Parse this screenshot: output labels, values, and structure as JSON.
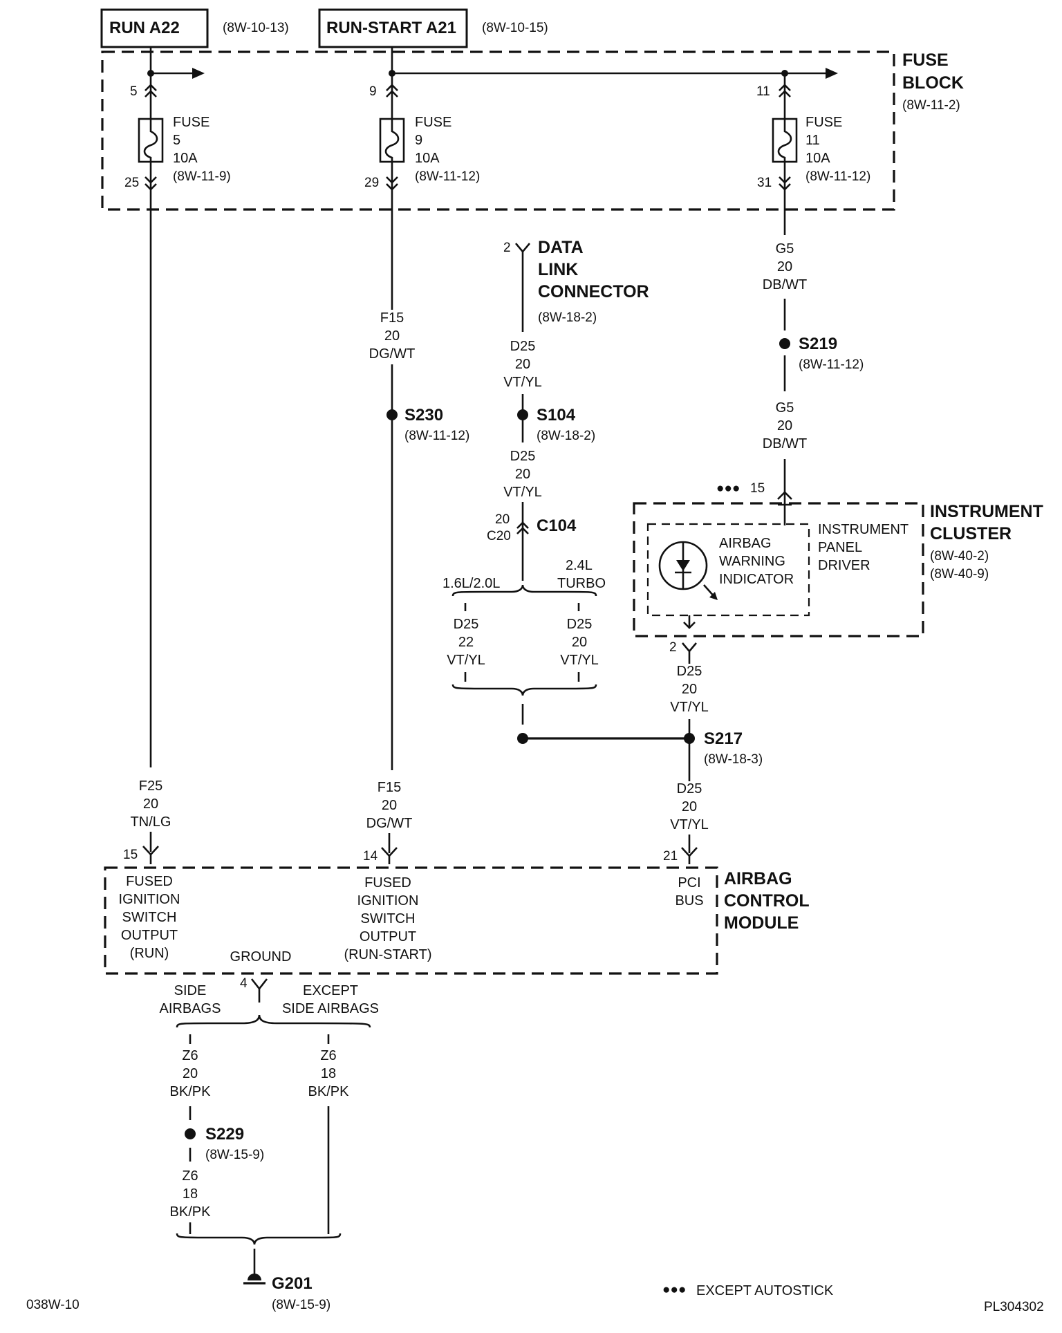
{
  "feeds": {
    "run": {
      "label": "RUN A22",
      "ref": "(8W-10-13)"
    },
    "run_start": {
      "label": "RUN-START A21",
      "ref": "(8W-10-15)"
    }
  },
  "fuse_block": {
    "title1": "FUSE",
    "title2": "BLOCK",
    "ref": "(8W-11-2)"
  },
  "fuses": [
    {
      "in_pin": "5",
      "out_pin": "25",
      "l1": "FUSE",
      "l2": "5",
      "l3": "10A",
      "ref": "(8W-11-9)"
    },
    {
      "in_pin": "9",
      "out_pin": "29",
      "l1": "FUSE",
      "l2": "9",
      "l3": "10A",
      "ref": "(8W-11-12)"
    },
    {
      "in_pin": "11",
      "out_pin": "31",
      "l1": "FUSE",
      "l2": "11",
      "l3": "10A",
      "ref": "(8W-11-12)"
    }
  ],
  "dlc": {
    "pin": "2",
    "t1": "DATA",
    "t2": "LINK",
    "t3": "CONNECTOR",
    "ref": "(8W-18-2)"
  },
  "wires": {
    "g5_upper": [
      "G5",
      "20",
      "DB/WT"
    ],
    "g5_lower": [
      "G5",
      "20",
      "DB/WT"
    ],
    "f15_upper": [
      "F15",
      "20",
      "DG/WT"
    ],
    "d25_dlc": [
      "D25",
      "20",
      "VT/YL"
    ],
    "d25_s104": [
      "D25",
      "20",
      "VT/YL"
    ],
    "d25_left": [
      "D25",
      "22",
      "VT/YL"
    ],
    "d25_right": [
      "D25",
      "20",
      "VT/YL"
    ],
    "d25_cluster": [
      "D25",
      "20",
      "VT/YL"
    ],
    "f25": [
      "F25",
      "20",
      "TN/LG"
    ],
    "f15_lower": [
      "F15",
      "20",
      "DG/WT"
    ],
    "d25_acm": [
      "D25",
      "20",
      "VT/YL"
    ],
    "z6_left": [
      "Z6",
      "20",
      "BK/PK"
    ],
    "z6_right": [
      "Z6",
      "18",
      "BK/PK"
    ],
    "z6_lower": [
      "Z6",
      "18",
      "BK/PK"
    ]
  },
  "splices": {
    "s219": {
      "name": "S219",
      "ref": "(8W-11-12)"
    },
    "s230": {
      "name": "S230",
      "ref": "(8W-11-12)"
    },
    "s104": {
      "name": "S104",
      "ref": "(8W-18-2)"
    },
    "s217": {
      "name": "S217",
      "ref": "(8W-18-3)"
    },
    "s229": {
      "name": "S229",
      "ref": "(8W-15-9)"
    }
  },
  "c104": {
    "name": "C104",
    "pin_top": "20",
    "pin_bottom": "C20"
  },
  "branches": {
    "engine_left": "1.6L/2.0L",
    "engine_right_1": "2.4L",
    "engine_right_2": "TURBO",
    "airbag_left_1": "SIDE",
    "airbag_left_2": "AIRBAGS",
    "airbag_right_1": "EXCEPT",
    "airbag_right_2": "SIDE AIRBAGS"
  },
  "cluster": {
    "pin_in": "15",
    "pin_in_mark": "●●●",
    "pin_out": "2",
    "t1": "INSTRUMENT",
    "t2": "CLUSTER",
    "ref1": "(8W-40-2)",
    "ref2": "(8W-40-9)",
    "driver": [
      "INSTRUMENT",
      "PANEL",
      "DRIVER"
    ],
    "indicator": [
      "AIRBAG",
      "WARNING",
      "INDICATOR"
    ]
  },
  "acm": {
    "t1": "AIRBAG",
    "t2": "CONTROL",
    "t3": "MODULE",
    "pin15": "15",
    "pin14": "14",
    "pin21": "21",
    "pin4": "4",
    "run_lines": [
      "FUSED",
      "IGNITION",
      "SWITCH",
      "OUTPUT",
      "(RUN)"
    ],
    "runstart_lines": [
      "FUSED",
      "IGNITION",
      "SWITCH",
      "OUTPUT",
      "(RUN-START)"
    ],
    "pci_lines": [
      "PCI",
      "BUS"
    ],
    "ground": "GROUND"
  },
  "ground": {
    "name": "G201",
    "ref": "(8W-15-9)"
  },
  "footer": {
    "left": "038W-10",
    "note_mark": "●●●",
    "note": "EXCEPT AUTOSTICK",
    "right": "PL304302"
  },
  "colors": {
    "ink": "#111111",
    "paper": "#ffffff"
  }
}
